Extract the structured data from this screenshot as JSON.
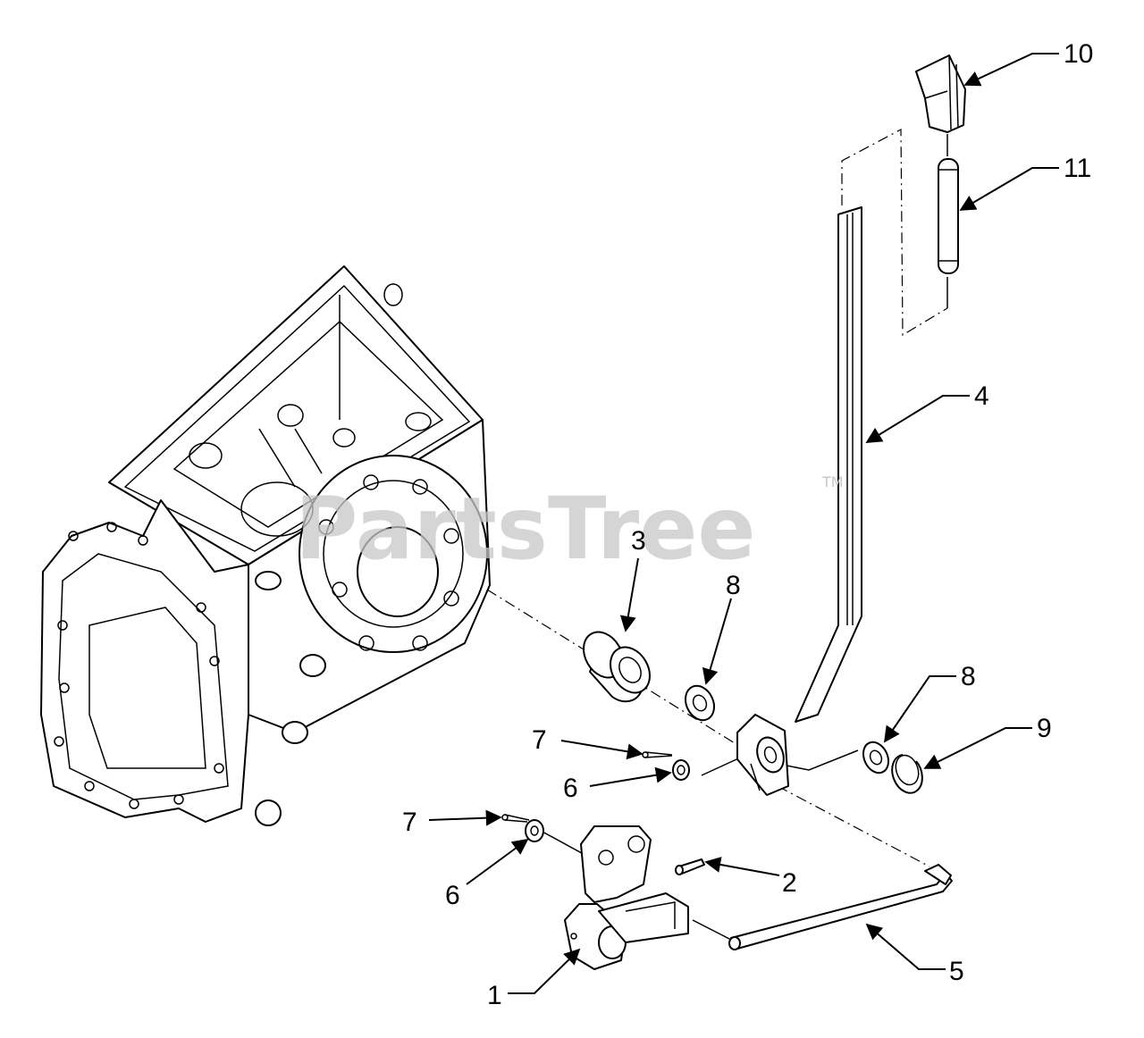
{
  "watermark": {
    "text": "PartsTree",
    "mark": "TM"
  },
  "callouts": {
    "c1": "1",
    "c2": "2",
    "c3": "3",
    "c4": "4",
    "c5": "5",
    "c6a": "6",
    "c6b": "6",
    "c7a": "7",
    "c7b": "7",
    "c8a": "8",
    "c8b": "8",
    "c9": "9",
    "c10": "10",
    "c11": "11"
  }
}
